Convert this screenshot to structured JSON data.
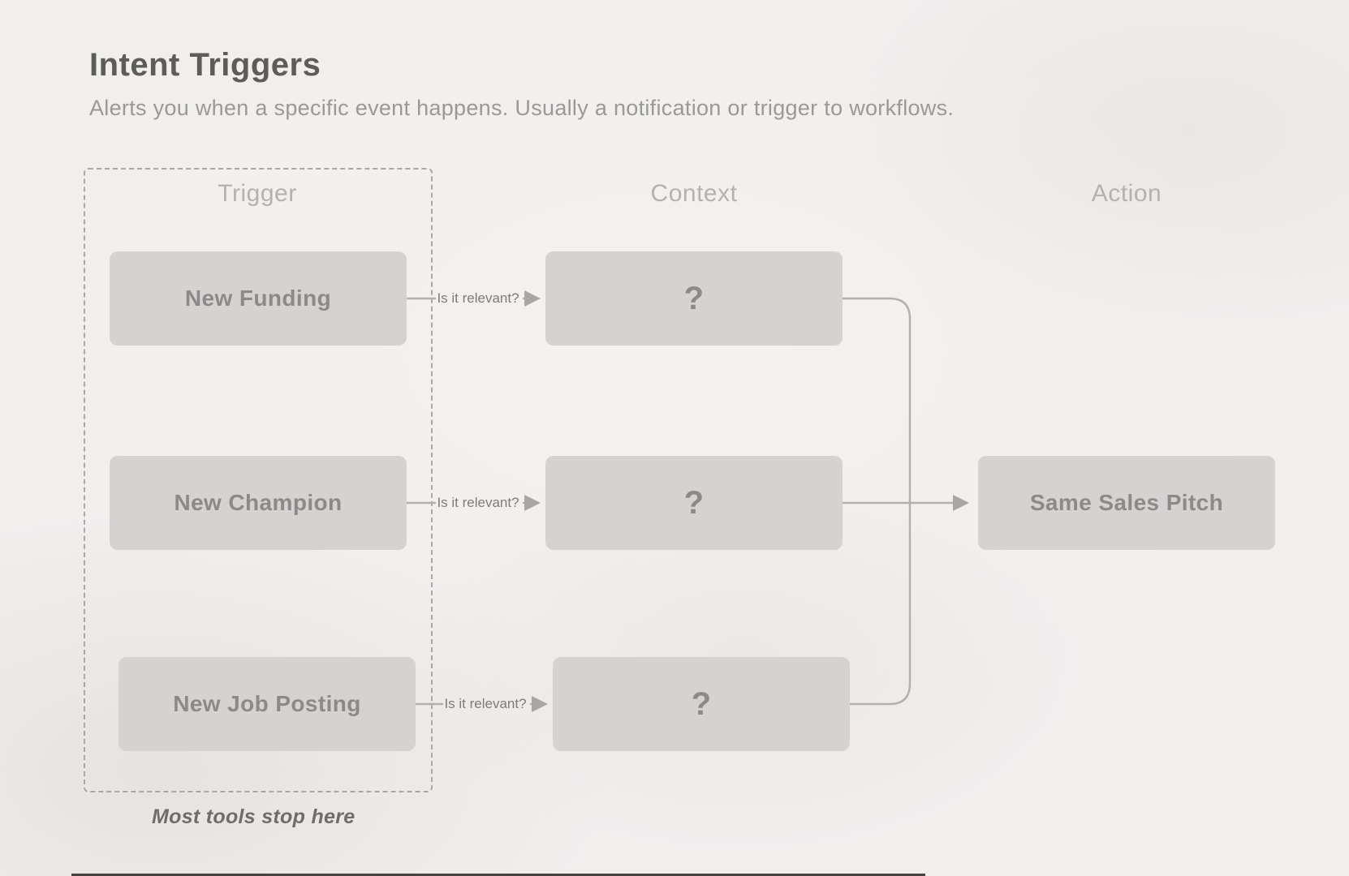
{
  "header": {
    "title": "Intent Triggers",
    "subtitle": "Alerts you when a specific event happens. Usually a notification or trigger to workflows."
  },
  "columns": [
    {
      "label": "Trigger"
    },
    {
      "label": "Context"
    },
    {
      "label": "Action"
    }
  ],
  "diagram": {
    "triggers": [
      {
        "label": "New Funding"
      },
      {
        "label": "New Champion"
      },
      {
        "label": "New Job Posting"
      }
    ],
    "contexts": [
      {
        "label": "?"
      },
      {
        "label": "?"
      },
      {
        "label": "?"
      }
    ],
    "action": {
      "label": "Same Sales Pitch"
    },
    "connectors": [
      {
        "label": "Is it relevant?"
      },
      {
        "label": "Is it relevant?"
      },
      {
        "label": "Is it relevant?"
      }
    ],
    "footnote": "Most tools stop here"
  },
  "colors": {
    "background": "#f1efee",
    "box_fill": "#d5d3d2",
    "box_text": "#8b8a88",
    "title_text": "#5d5c5a",
    "subtitle_text": "#9a9997",
    "column_header_text": "#b4b2b0",
    "connector_line": "#b2b1af",
    "dashed_border": "#a9a8a6",
    "footnote_text": "#6e6d6b"
  }
}
